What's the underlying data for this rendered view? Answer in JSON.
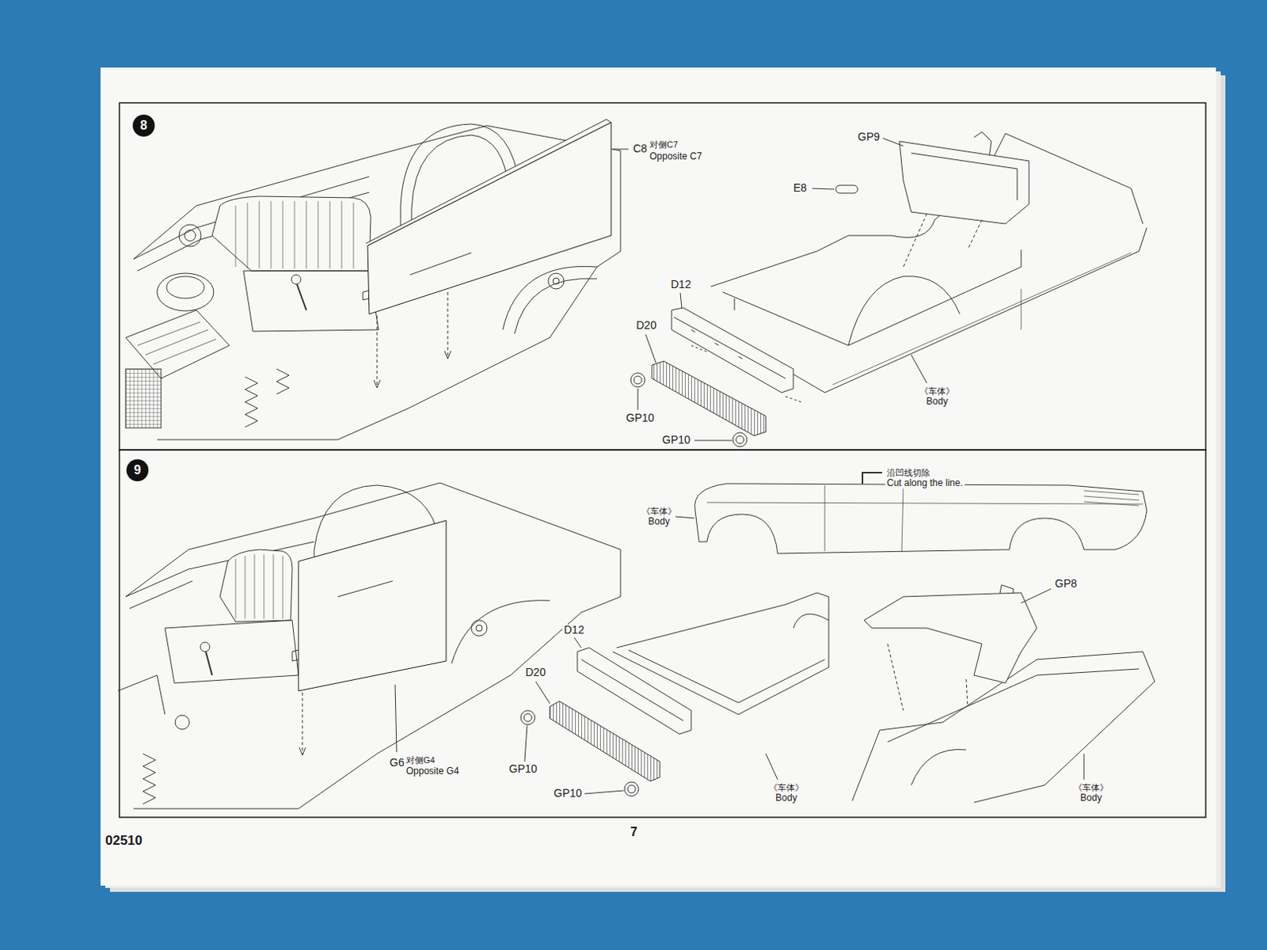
{
  "diagram": {
    "nodes": [
      {
        "text": [
          "8"
        ]
      },
      {
        "text": [
          "9"
        ]
      }
    ],
    "labels": [
      "C8",
      "对侧C7",
      "Opposite C7",
      "GP9",
      "E8",
      "D12",
      "D20",
      "GP10",
      "GP10",
      "《车体》",
      "Body",
      "沿凹线切除",
      "Cut along the line.",
      "《车体》",
      "Body",
      "GP8",
      "D12",
      "D20",
      "GP10",
      "GP10",
      "G6",
      "对侧G4",
      "Opposite G4",
      "《车体》",
      "Body",
      "《车体》",
      "Body",
      "02510",
      "7"
    ]
  }
}
